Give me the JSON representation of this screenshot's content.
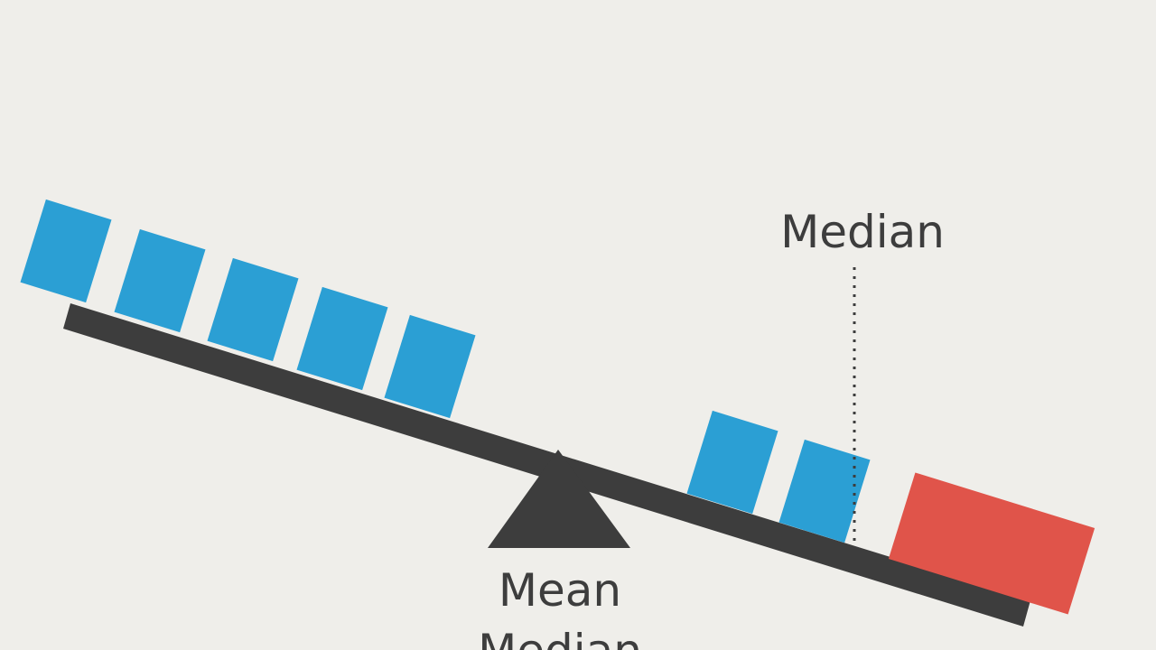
{
  "labels": {
    "median_top": "Median",
    "mean": "Mean",
    "median_bottom": "Median"
  },
  "colors": {
    "background": "#efeeea",
    "beam": "#3d3d3d",
    "blue_block": "#2b9fd4",
    "red_block": "#e0544a"
  },
  "blocks": {
    "left_blue_count": 5,
    "right_blue_count": 2,
    "right_red_count": 1
  }
}
